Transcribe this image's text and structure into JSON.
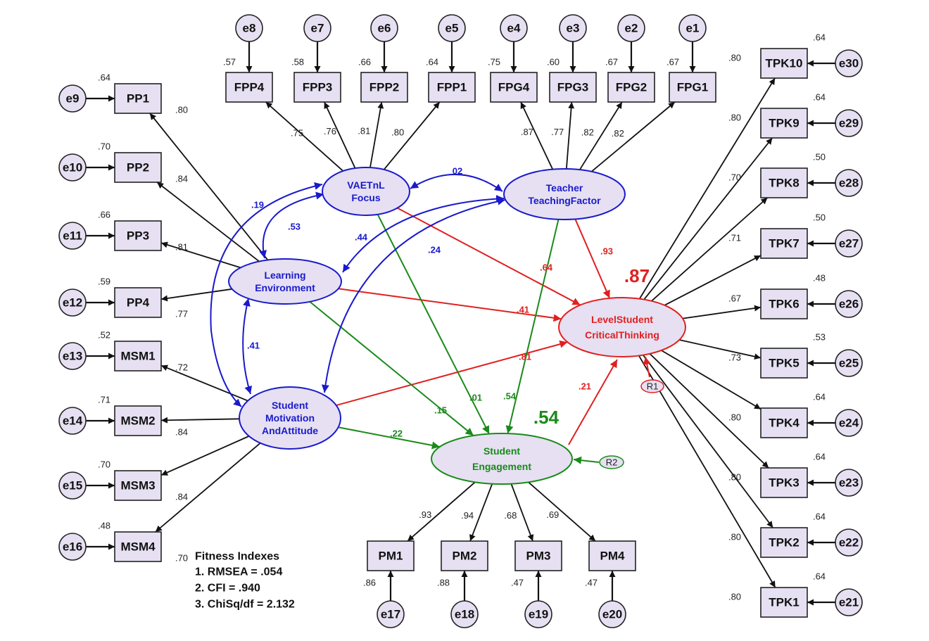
{
  "colors": {
    "blue": "#1a1acc",
    "red": "#e02020",
    "green": "#1a8a1a",
    "black": "#111111",
    "fill": "#e6e0f2"
  },
  "latents": {
    "vae": [
      "VAETnL",
      "Focus"
    ],
    "ttf": [
      "Teacher",
      "TeachingFactor"
    ],
    "le": [
      "Learning",
      "Environment"
    ],
    "sma": [
      "Student",
      "Motivation",
      "AndAttitude"
    ],
    "lsct": [
      "LevelStudent",
      "CriticalThinking"
    ],
    "se": [
      "Student",
      "Engagement"
    ]
  },
  "residuals": {
    "r1": "R1",
    "r2": "R2"
  },
  "r_squared": {
    "lsct": ".87",
    "se": ".54"
  },
  "indicators": [
    {
      "id": "PP1",
      "error": "e9",
      "r2": ".64",
      "loading": ".80",
      "latent": "le"
    },
    {
      "id": "PP2",
      "error": "e10",
      "r2": ".70",
      "loading": ".84",
      "latent": "le"
    },
    {
      "id": "PP3",
      "error": "e11",
      "r2": ".66",
      "loading": ".81",
      "latent": "le"
    },
    {
      "id": "PP4",
      "error": "e12",
      "r2": ".59",
      "loading": ".77",
      "latent": "le"
    },
    {
      "id": "MSM1",
      "error": "e13",
      "r2": ".52",
      "loading": ".72",
      "latent": "sma"
    },
    {
      "id": "MSM2",
      "error": "e14",
      "r2": ".71",
      "loading": ".84",
      "latent": "sma"
    },
    {
      "id": "MSM3",
      "error": "e15",
      "r2": ".70",
      "loading": ".84",
      "latent": "sma"
    },
    {
      "id": "MSM4",
      "error": "e16",
      "r2": ".48",
      "loading": ".70",
      "latent": "sma"
    },
    {
      "id": "FPP4",
      "error": "e8",
      "r2": ".57",
      "loading": ".75",
      "latent": "vae"
    },
    {
      "id": "FPP3",
      "error": "e7",
      "r2": ".58",
      "loading": ".76",
      "latent": "vae"
    },
    {
      "id": "FPP2",
      "error": "e6",
      "r2": ".66",
      "loading": ".81",
      "latent": "vae"
    },
    {
      "id": "FPP1",
      "error": "e5",
      "r2": ".64",
      "loading": ".80",
      "latent": "vae"
    },
    {
      "id": "FPG4",
      "error": "e4",
      "r2": ".75",
      "loading": ".87",
      "latent": "ttf"
    },
    {
      "id": "FPG3",
      "error": "e3",
      "r2": ".60",
      "loading": ".77",
      "latent": "ttf"
    },
    {
      "id": "FPG2",
      "error": "e2",
      "r2": ".67",
      "loading": ".82",
      "latent": "ttf"
    },
    {
      "id": "FPG1",
      "error": "e1",
      "r2": ".67",
      "loading": ".82",
      "latent": "ttf"
    },
    {
      "id": "TPK10",
      "error": "e30",
      "r2": ".64",
      "loading": ".80",
      "latent": "lsct"
    },
    {
      "id": "TPK9",
      "error": "e29",
      "r2": ".64",
      "loading": ".80",
      "latent": "lsct"
    },
    {
      "id": "TPK8",
      "error": "e28",
      "r2": ".50",
      "loading": ".70",
      "latent": "lsct"
    },
    {
      "id": "TPK7",
      "error": "e27",
      "r2": ".50",
      "loading": ".71",
      "latent": "lsct"
    },
    {
      "id": "TPK6",
      "error": "e26",
      "r2": ".48",
      "loading": ".67",
      "latent": "lsct"
    },
    {
      "id": "TPK5",
      "error": "e25",
      "r2": ".53",
      "loading": ".73",
      "latent": "lsct"
    },
    {
      "id": "TPK4",
      "error": "e24",
      "r2": ".64",
      "loading": ".80",
      "latent": "lsct"
    },
    {
      "id": "TPK3",
      "error": "e23",
      "r2": ".64",
      "loading": ".80",
      "latent": "lsct"
    },
    {
      "id": "TPK2",
      "error": "e22",
      "r2": ".64",
      "loading": ".80",
      "latent": "lsct"
    },
    {
      "id": "TPK1",
      "error": "e21",
      "r2": ".64",
      "loading": ".80",
      "latent": "lsct"
    },
    {
      "id": "PM1",
      "error": "e17",
      "r2": ".86",
      "loading": ".93",
      "latent": "se"
    },
    {
      "id": "PM2",
      "error": "e18",
      "r2": ".88",
      "loading": ".94",
      "latent": "se"
    },
    {
      "id": "PM3",
      "error": "e19",
      "r2": ".47",
      "loading": ".68",
      "latent": "se"
    },
    {
      "id": "PM4",
      "error": "e20",
      "r2": ".47",
      "loading": ".69",
      "latent": "se"
    }
  ],
  "structural_paths": [
    {
      "from": "vae",
      "to": "lsct",
      "value": ".64",
      "color": "red"
    },
    {
      "from": "ttf",
      "to": "lsct",
      "value": ".93",
      "color": "red"
    },
    {
      "from": "le",
      "to": "lsct",
      "value": ".41",
      "color": "red"
    },
    {
      "from": "sma",
      "to": "lsct",
      "value": ".81",
      "color": "red"
    },
    {
      "from": "se",
      "to": "lsct",
      "value": ".21",
      "color": "red"
    },
    {
      "from": "vae",
      "to": "se",
      "value": ".01",
      "color": "green"
    },
    {
      "from": "ttf",
      "to": "se",
      "value": ".54",
      "color": "green"
    },
    {
      "from": "le",
      "to": "se",
      "value": ".15",
      "color": "green"
    },
    {
      "from": "sma",
      "to": "se",
      "value": ".22",
      "color": "green"
    }
  ],
  "covariances": [
    {
      "a": "vae",
      "b": "ttf",
      "value": "02"
    },
    {
      "a": "vae",
      "b": "le",
      "value": ".53"
    },
    {
      "a": "vae",
      "b": "sma",
      "value": ".19"
    },
    {
      "a": "ttf",
      "b": "le",
      "value": ".44"
    },
    {
      "a": "ttf",
      "b": "sma",
      "value": ".24"
    },
    {
      "a": "le",
      "b": "sma",
      "value": ".41"
    }
  ],
  "fit": {
    "title": "Fitness Indexes",
    "items": [
      "1. RMSEA = .054",
      "2. CFI = .940",
      "3. ChiSq/df = 2.132"
    ]
  }
}
